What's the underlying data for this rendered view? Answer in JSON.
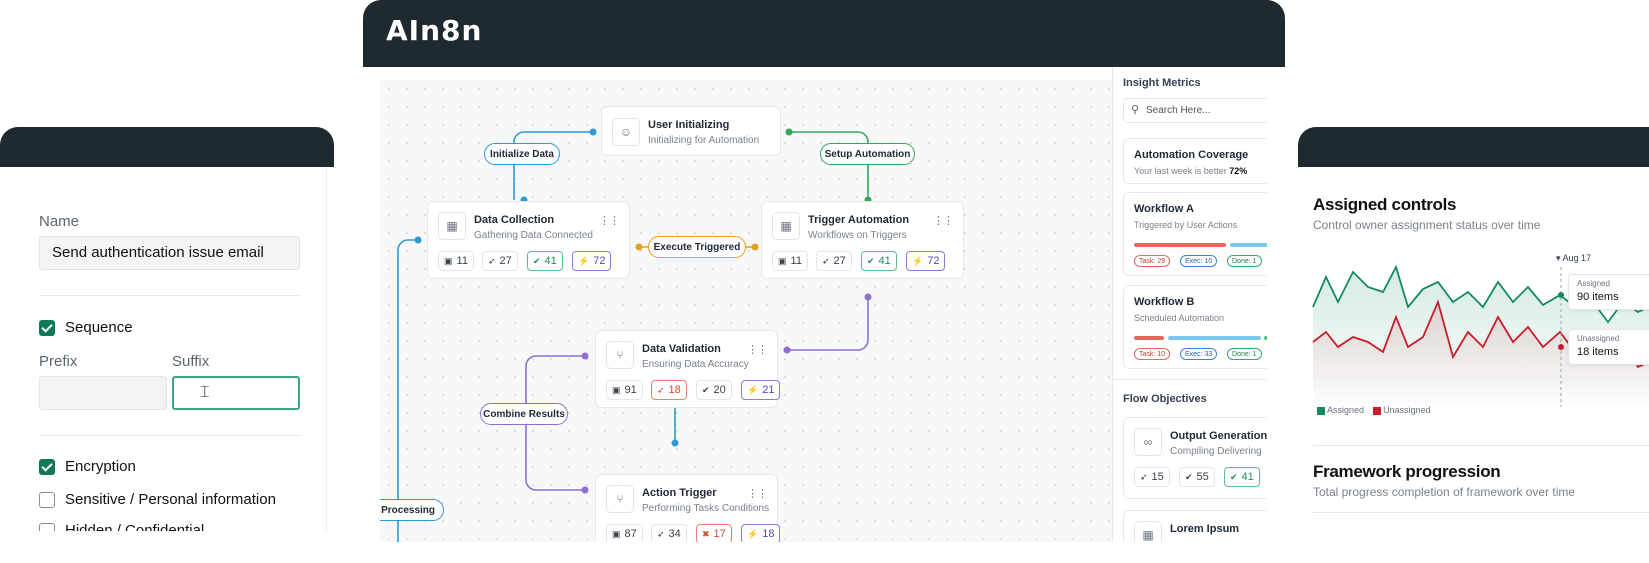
{
  "app": {
    "brand": "AIn8n"
  },
  "form": {
    "name_label": "Name",
    "name_value": "Send authentication issue email",
    "sequence_label": "Sequence",
    "prefix_label": "Prefix",
    "suffix_label": "Suffix",
    "prefix_value": "",
    "suffix_value": "",
    "encryption_label": "Encryption",
    "sensitive_label": "Sensitive / Personal information",
    "hidden_label": "Hidden / Confidential",
    "sequence_checked": true,
    "encryption_checked": true,
    "sensitive_checked": false
  },
  "workflow": {
    "nodes": {
      "user": {
        "title": "User Initializing",
        "subtitle": "Initializing for Automation",
        "icon": "user-icon"
      },
      "collect": {
        "title": "Data Collection",
        "subtitle": "Gathering Data Connected",
        "icon": "calendar-icon",
        "stats": [
          "11",
          "27",
          "41",
          "72"
        ]
      },
      "trigger": {
        "title": "Trigger Automation",
        "subtitle": "Workflows on Triggers",
        "icon": "calendar-icon",
        "stats": [
          "11",
          "27",
          "41",
          "72"
        ]
      },
      "validate": {
        "title": "Data Validation",
        "subtitle": "Ensuring Data Accuracy",
        "icon": "branch-icon",
        "stats": [
          "91",
          "18",
          "20",
          "21"
        ]
      },
      "action": {
        "title": "Action Trigger",
        "subtitle": "Performing Tasks Conditions",
        "icon": "branch-icon",
        "stats": [
          "87",
          "34",
          "17",
          "18"
        ]
      }
    },
    "edges": {
      "init": "Initialize Data",
      "setup": "Setup Automation",
      "execute": "Execute Triggered",
      "combine": "Combine Results",
      "select": "Select Processing"
    }
  },
  "metrics": {
    "title": "Insight Metrics",
    "search_placeholder": "Search Here...",
    "coverage": {
      "title": "Automation Coverage",
      "subtitle": "Your last week is better",
      "value": "72%"
    },
    "workflow_a": {
      "title": "Workflow A",
      "subtitle": "Triggered by User Actions",
      "task": "Task: 29",
      "exec": "Exec: 10",
      "done": "Done: 1"
    },
    "workflow_b": {
      "title": "Workflow B",
      "subtitle": "Scheduled Automation",
      "task": "Task: 10",
      "exec": "Exec: 33",
      "done": "Done: 1"
    },
    "objectives_title": "Flow Objectives",
    "output": {
      "title": "Output Generation",
      "subtitle": "Compiling Delivering",
      "stats": [
        "15",
        "55",
        "41"
      ]
    },
    "lorem": {
      "title": "Lorem Ipsum"
    }
  },
  "controls": {
    "title": "Assigned controls",
    "subtitle": "Control owner assignment status over time",
    "marker_date": "Aug 17",
    "tooltip_assigned_label": "Assigned",
    "tooltip_assigned_value": "90 items",
    "tooltip_unassigned_label": "Unassigned",
    "tooltip_unassigned_value": "18 items",
    "legend_assigned": "Assigned",
    "legend_unassigned": "Unassigned",
    "colors": {
      "assigned": "#138a60",
      "unassigned": "#c41f2a"
    },
    "framework_title": "Framework progression",
    "framework_subtitle": "Total progress completion of framework over time"
  },
  "colors": {
    "dark_bar": "#1f2a30",
    "accent_green": "#0f7a56"
  }
}
